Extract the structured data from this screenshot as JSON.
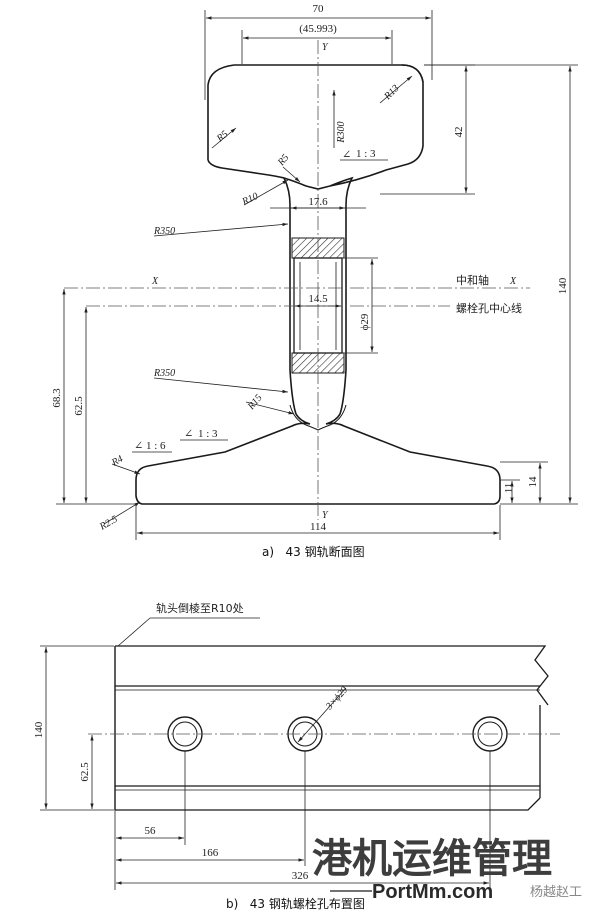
{
  "figure_a": {
    "caption": "a)   43 钢轨断面图",
    "dims": {
      "top_width": "70",
      "top_width_ref": "(45.993)",
      "head_depth": "42",
      "web_thickness": "17.6",
      "hole_width": "14.5",
      "hole_dia": "ϕ29",
      "total_height": "140",
      "neutral_height": "68.3",
      "hole_center_height": "62.5",
      "base_edge_1": "11",
      "base_edge_2": "14",
      "base_width": "114"
    },
    "radii": {
      "r300": "R300",
      "r13": "R13",
      "r5_left": "R5",
      "r5_neck": "R5",
      "r10": "R10",
      "r350_top": "R350",
      "r350_bottom": "R350",
      "r15": "R15",
      "r4": "R4",
      "r25": "R2.5"
    },
    "slopes": {
      "head": "1 : 3",
      "base_outer": "1 : 6",
      "base_inner": "1 : 3"
    },
    "axes": {
      "y_top": "Y",
      "y_bottom": "Y",
      "x_left": "X",
      "x_right": "X"
    },
    "labels": {
      "neutral_axis": "中和轴",
      "hole_centerline": "螺栓孔中心线"
    }
  },
  "figure_b": {
    "caption": "b)   43 钢轨螺栓孔布置图",
    "chamfer_note": "轨头倒棱至R10处",
    "dims": {
      "height": "140",
      "hole_height": "62.5",
      "first_hole": "56",
      "second_hole": "166",
      "third_hole": "326",
      "hole_spec": "3×ϕ29"
    }
  },
  "watermark": {
    "title": "港机运维管理",
    "site": "PortMm.com",
    "author": "杨越赵工"
  },
  "colors": {
    "line": "#1a1a1a",
    "hatch": "#333333",
    "watermark": "#3d3d3d"
  }
}
